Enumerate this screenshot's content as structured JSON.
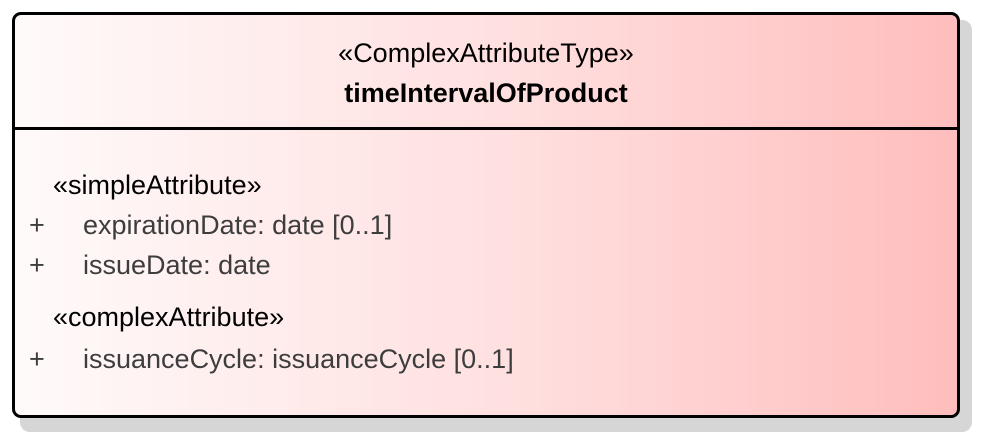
{
  "class_box": {
    "stereotype": "«ComplexAttributeType»",
    "name": "timeIntervalOfProduct",
    "fill_color_left": "#fffafa",
    "fill_color_right": "#ffbdbd",
    "border_color": "#000000"
  },
  "attribute_groups": [
    {
      "label": "«simpleAttribute»",
      "attributes": [
        {
          "visibility": "+",
          "text": "expirationDate: date [0..1]"
        },
        {
          "visibility": "+",
          "text": "issueDate: date"
        }
      ]
    },
    {
      "label": "«complexAttribute»",
      "attributes": [
        {
          "visibility": "+",
          "text": "issuanceCycle: issuanceCycle [0..1]"
        }
      ]
    }
  ]
}
